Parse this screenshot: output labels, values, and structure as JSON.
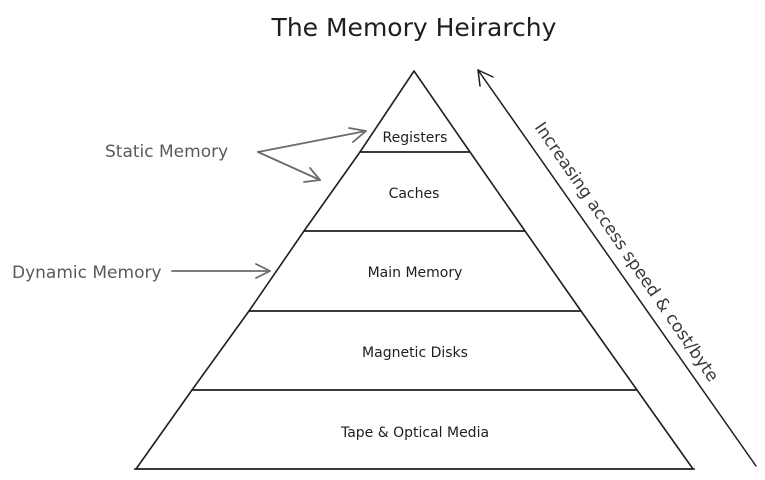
{
  "title": "The Memory Heirarchy",
  "tiers": [
    {
      "label": "Registers",
      "color": "#ffc9c9"
    },
    {
      "label": "Caches",
      "color": "#b2f2bb"
    },
    {
      "label": "Main Memory",
      "color": "#d0bfff"
    },
    {
      "label": "Magnetic Disks",
      "color": "#a5d8ff"
    },
    {
      "label": "Tape & Optical Media",
      "color": "#ffd8a8"
    }
  ],
  "annotations": {
    "static": "Static Memory",
    "dynamic": "Dynamic Memory"
  },
  "axis_label": "Increasing access speed & cost/byte",
  "colors": {
    "stroke": "#1e1e1e",
    "annotation": "#6b6b6b"
  }
}
